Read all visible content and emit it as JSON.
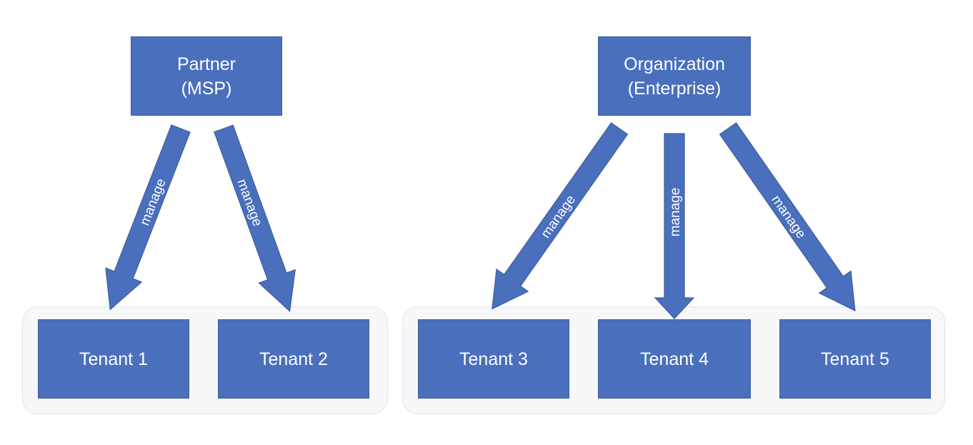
{
  "diagram": {
    "left": {
      "parent": {
        "label": "Partner\n(MSP)"
      },
      "tenants": [
        {
          "label": "Tenant 1"
        },
        {
          "label": "Tenant 2"
        }
      ],
      "arrows": [
        {
          "label": "manage"
        },
        {
          "label": "manage"
        }
      ]
    },
    "right": {
      "parent": {
        "label": "Organization\n(Enterprise)"
      },
      "tenants": [
        {
          "label": "Tenant 3"
        },
        {
          "label": "Tenant 4"
        },
        {
          "label": "Tenant 5"
        }
      ],
      "arrows": [
        {
          "label": "manage"
        },
        {
          "label": "manage"
        },
        {
          "label": "manage"
        }
      ]
    },
    "colors": {
      "box_fill": "#4a6fbd",
      "box_border": "#3e5e9e",
      "group_fill": "#f8f8fa",
      "group_border": "#e2e4ea",
      "text": "#ffffff"
    }
  }
}
